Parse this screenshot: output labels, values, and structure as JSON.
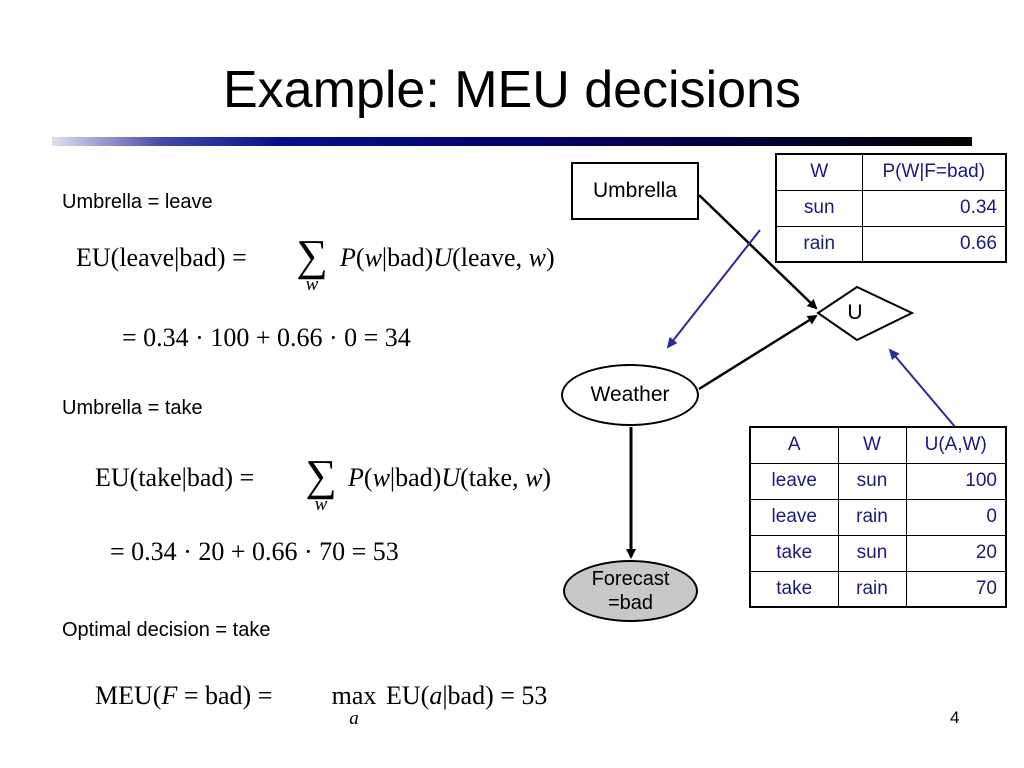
{
  "title": "Example: MEU decisions",
  "leave": {
    "caption": "Umbrella = leave",
    "eq1_lhs": "EU(leave|bad) =",
    "eq1_rhs_p": "P",
    "eq1_rhs_mid": "(",
    "eq1_rhs_w": "w",
    "eq1_rhs_tail": "|bad)",
    "eq1_rhs_u": "U",
    "eq1_rhs_end": "(leave, ",
    "eq1_rhs_w2": "w",
    "eq1_rhs_close": ")",
    "sum_index": "w",
    "eq2": "= 0.34 · 100 + 0.66 · 0 = 34"
  },
  "take": {
    "caption": "Umbrella = take",
    "eq1_lhs": "EU(take|bad) =",
    "eq1_rhs_p": "P",
    "eq1_rhs_mid": "(",
    "eq1_rhs_w": "w",
    "eq1_rhs_tail": "|bad)",
    "eq1_rhs_u": "U",
    "eq1_rhs_end": "(take, ",
    "eq1_rhs_w2": "w",
    "eq1_rhs_close": ")",
    "sum_index": "w",
    "eq2": "= 0.34 · 20 + 0.66 · 70 = 53"
  },
  "optimal": {
    "caption": "Optimal decision = take",
    "lhs_a": "MEU(",
    "lhs_f": "F",
    "lhs_b": " = bad) =",
    "max_op": "max",
    "max_index": "a",
    "rhs_a": "EU(",
    "rhs_var": "a",
    "rhs_b": "|bad) = 53"
  },
  "nodes": {
    "umbrella": "Umbrella",
    "weather": "Weather",
    "forecast_line1": "Forecast",
    "forecast_line2": "=bad",
    "utility": "U"
  },
  "weather_table": {
    "headers": [
      "W",
      "P(W|F=bad)"
    ],
    "rows": [
      [
        "sun",
        "0.34"
      ],
      [
        "rain",
        "0.66"
      ]
    ]
  },
  "utility_table": {
    "headers": [
      "A",
      "W",
      "U(A,W)"
    ],
    "rows": [
      [
        "leave",
        "sun",
        "100"
      ],
      [
        "leave",
        "rain",
        "0"
      ],
      [
        "take",
        "sun",
        "20"
      ],
      [
        "take",
        "rain",
        "70"
      ]
    ]
  },
  "page_number": "4",
  "colors": {
    "table_text": "#1a1a80",
    "pointer_arrow": "#2a2a9a",
    "forecast_fill": "#c8c8c8"
  }
}
